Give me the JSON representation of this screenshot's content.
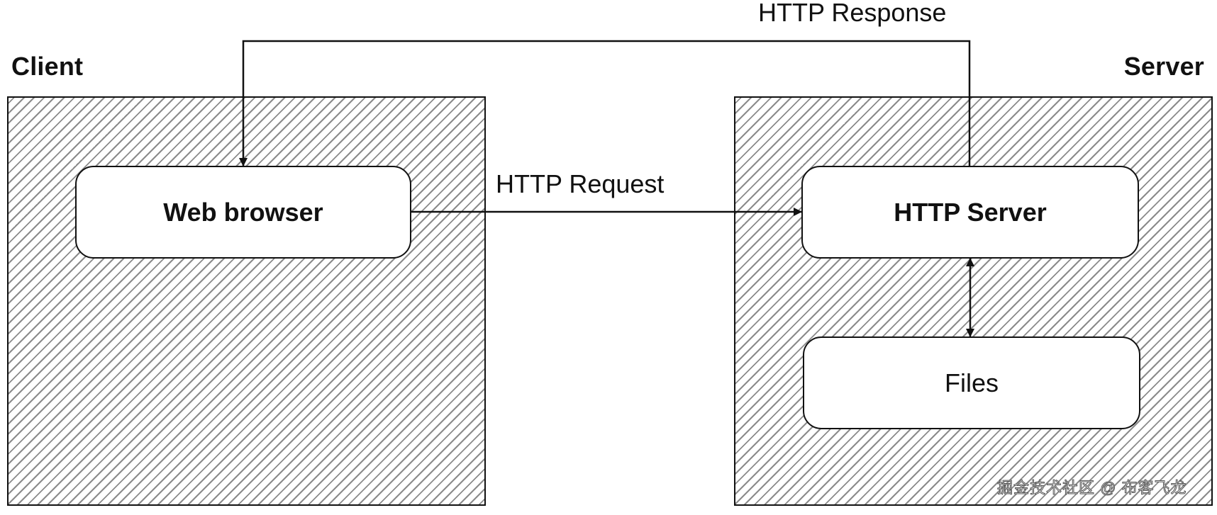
{
  "diagram": {
    "client_label": "Client",
    "server_label": "Server",
    "nodes": {
      "web_browser": "Web browser",
      "http_server": "HTTP Server",
      "files": "Files"
    },
    "edges": {
      "request": "HTTP Request",
      "response": "HTTP Response"
    },
    "watermark": "掘金技术社区 @ 布客飞龙"
  },
  "colors": {
    "ink": "#111111",
    "hatch": "#8b8b8b",
    "background": "#ffffff"
  }
}
